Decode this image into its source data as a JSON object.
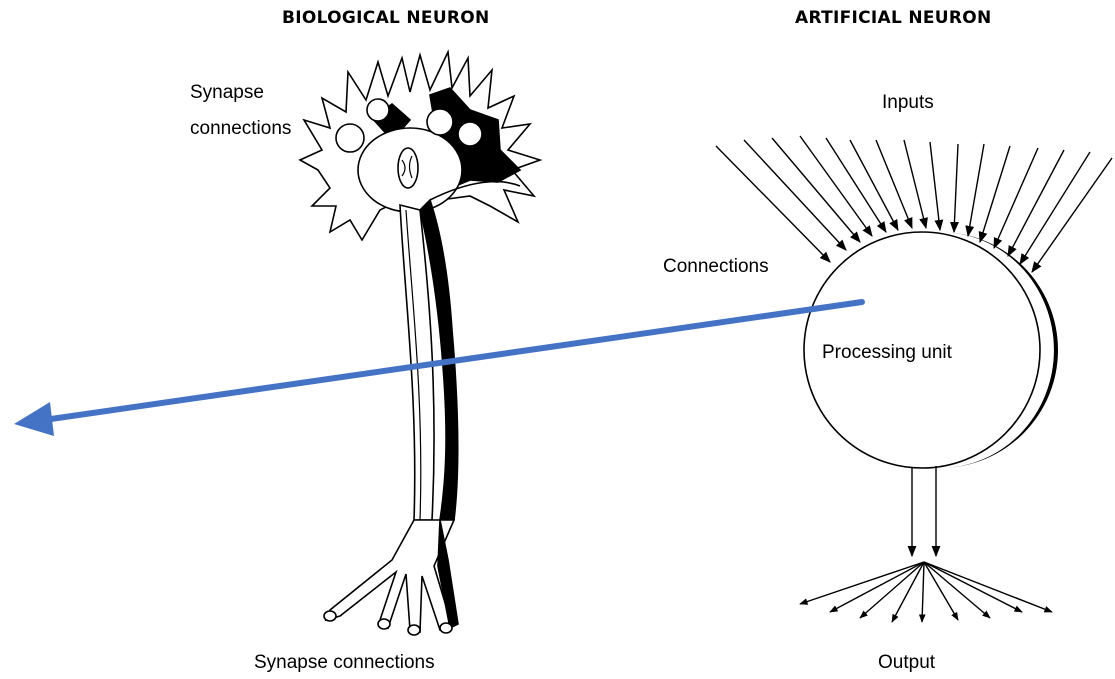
{
  "biological": {
    "title": "BIOLOGICAL NEURON",
    "synapse_top_line1": "Synapse",
    "synapse_top_line2": "connections",
    "synapse_bottom": "Synapse connections"
  },
  "artificial": {
    "title": "ARTIFICIAL NEURON",
    "inputs": "Inputs",
    "connections": "Connections",
    "processing_unit": "Processing unit",
    "output": "Output"
  },
  "colors": {
    "ink": "#000000",
    "background": "#ffffff",
    "arrow": "#4472c4"
  }
}
